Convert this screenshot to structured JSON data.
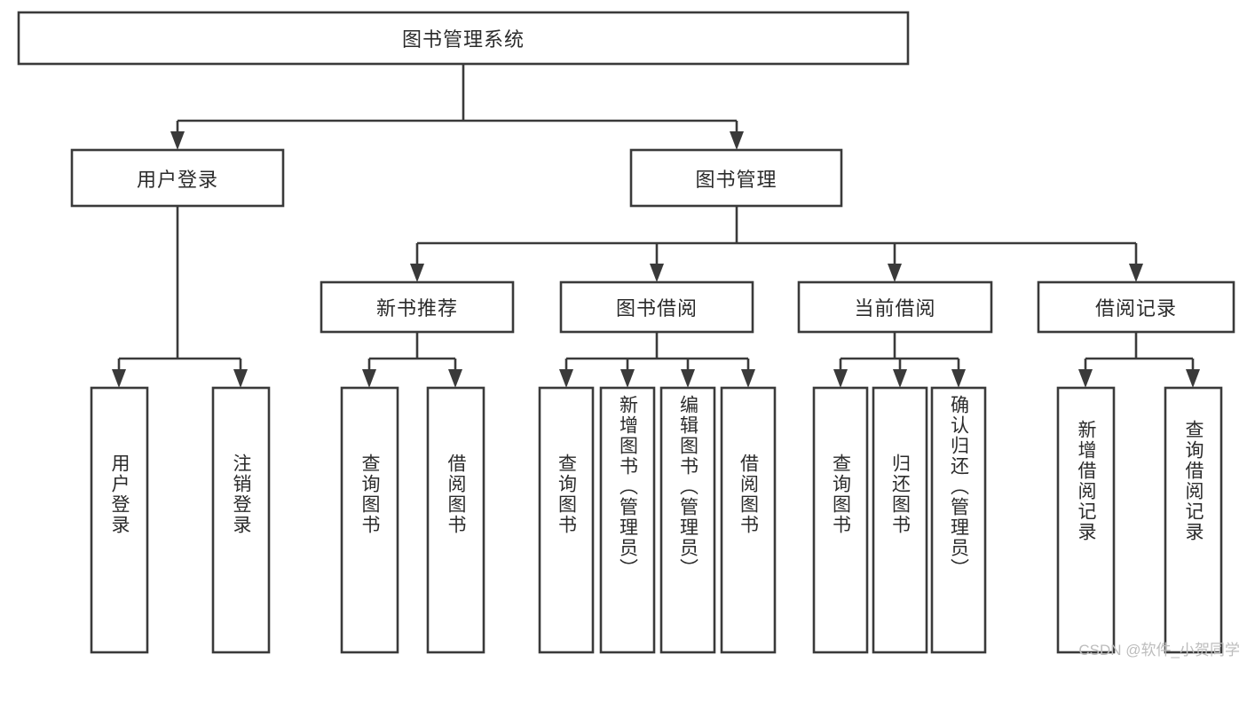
{
  "diagram": {
    "type": "tree",
    "title": "图书管理系统",
    "watermark": "CSDN @软件_小贺同学",
    "colors": {
      "box_stroke": "#3a3a3a",
      "box_fill": "#ffffff",
      "text": "#2b2b2b",
      "watermark": "#bdbdbd",
      "background": "#ffffff"
    },
    "levels": {
      "root": {
        "label": "图书管理系统",
        "orientation": "horizontal"
      },
      "level2": [
        {
          "label": "用户登录",
          "orientation": "horizontal"
        },
        {
          "label": "图书管理",
          "orientation": "horizontal"
        }
      ],
      "level3": [
        {
          "label": "新书推荐",
          "orientation": "horizontal"
        },
        {
          "label": "图书借阅",
          "orientation": "horizontal"
        },
        {
          "label": "当前借阅",
          "orientation": "horizontal"
        },
        {
          "label": "借阅记录",
          "orientation": "horizontal"
        }
      ],
      "leaves": [
        {
          "label": "用户登录",
          "orientation": "vertical",
          "parent": "用户登录"
        },
        {
          "label": "注销登录",
          "orientation": "vertical",
          "parent": "用户登录"
        },
        {
          "label": "查询图书",
          "orientation": "vertical",
          "parent": "新书推荐"
        },
        {
          "label": "借阅图书",
          "orientation": "vertical",
          "parent": "新书推荐"
        },
        {
          "label": "查询图书",
          "orientation": "vertical",
          "parent": "图书借阅"
        },
        {
          "label": "新增图书（管理员）",
          "orientation": "vertical",
          "parent": "图书借阅"
        },
        {
          "label": "编辑图书（管理员）",
          "orientation": "vertical",
          "parent": "图书借阅"
        },
        {
          "label": "借阅图书",
          "orientation": "vertical",
          "parent": "图书借阅"
        },
        {
          "label": "查询图书",
          "orientation": "vertical",
          "parent": "当前借阅"
        },
        {
          "label": "归还图书",
          "orientation": "vertical",
          "parent": "当前借阅"
        },
        {
          "label": "确认归还（管理员）",
          "orientation": "vertical",
          "parent": "当前借阅"
        },
        {
          "label": "新增借阅记录",
          "orientation": "vertical",
          "parent": "借阅记录"
        },
        {
          "label": "查询借阅记录",
          "orientation": "vertical",
          "parent": "借阅记录"
        }
      ]
    }
  }
}
